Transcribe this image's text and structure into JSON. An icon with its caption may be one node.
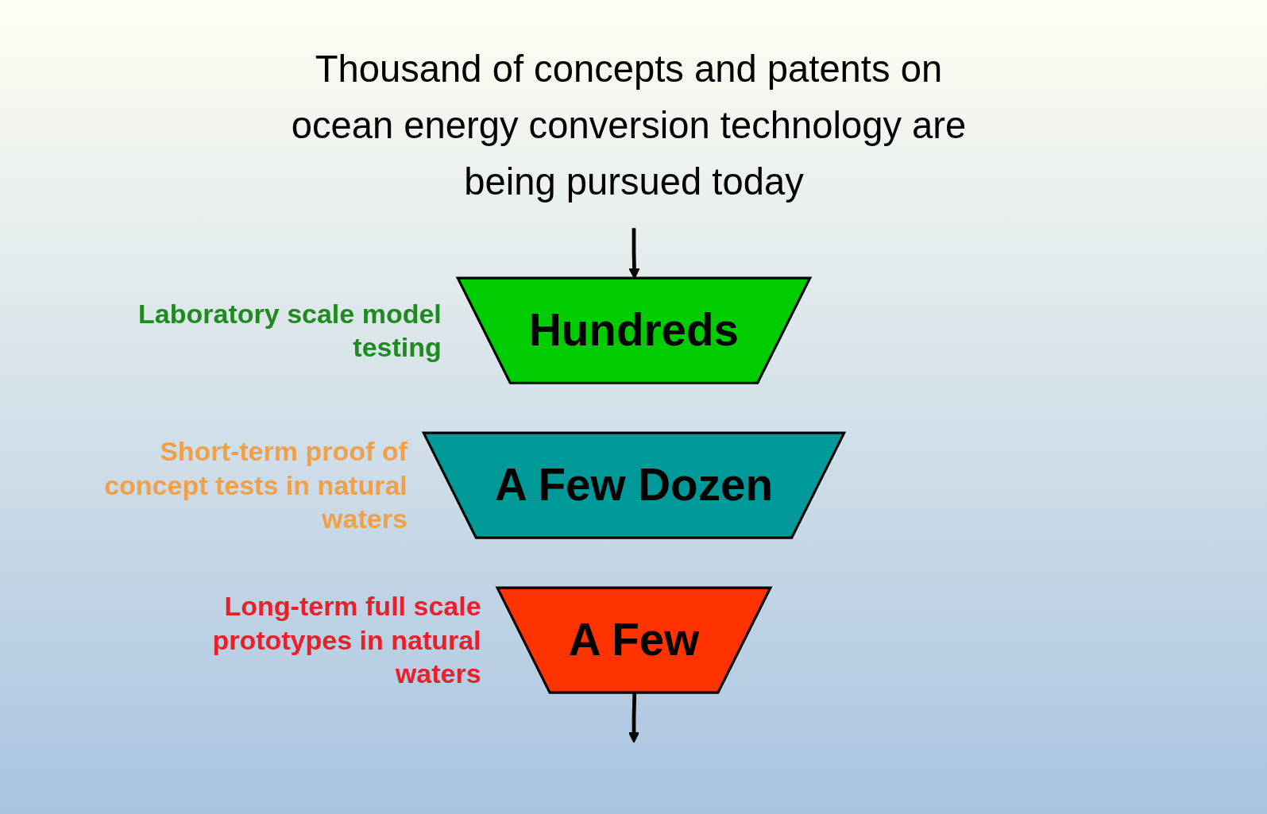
{
  "diagram": {
    "nodes": [
      {
        "text": [
          "Thousand of concepts and patents on ocean energy conversion technology are being pursued today"
        ]
      },
      {
        "text": [
          "Hundreds"
        ],
        "beside": [
          "Laboratory scale model testing"
        ]
      },
      {
        "text": [
          "A Few Dozen"
        ],
        "beside": [
          "Short-term proof of concept tests in natural waters"
        ]
      },
      {
        "text": [
          "A Few"
        ],
        "beside": [
          "Long-term full scale prototypes in natural waters"
        ]
      }
    ],
    "edges": [
      {
        "from": 0,
        "to": 1,
        "arrow": "to"
      },
      {
        "from": 3,
        "to": null,
        "arrow": "to"
      }
    ]
  }
}
